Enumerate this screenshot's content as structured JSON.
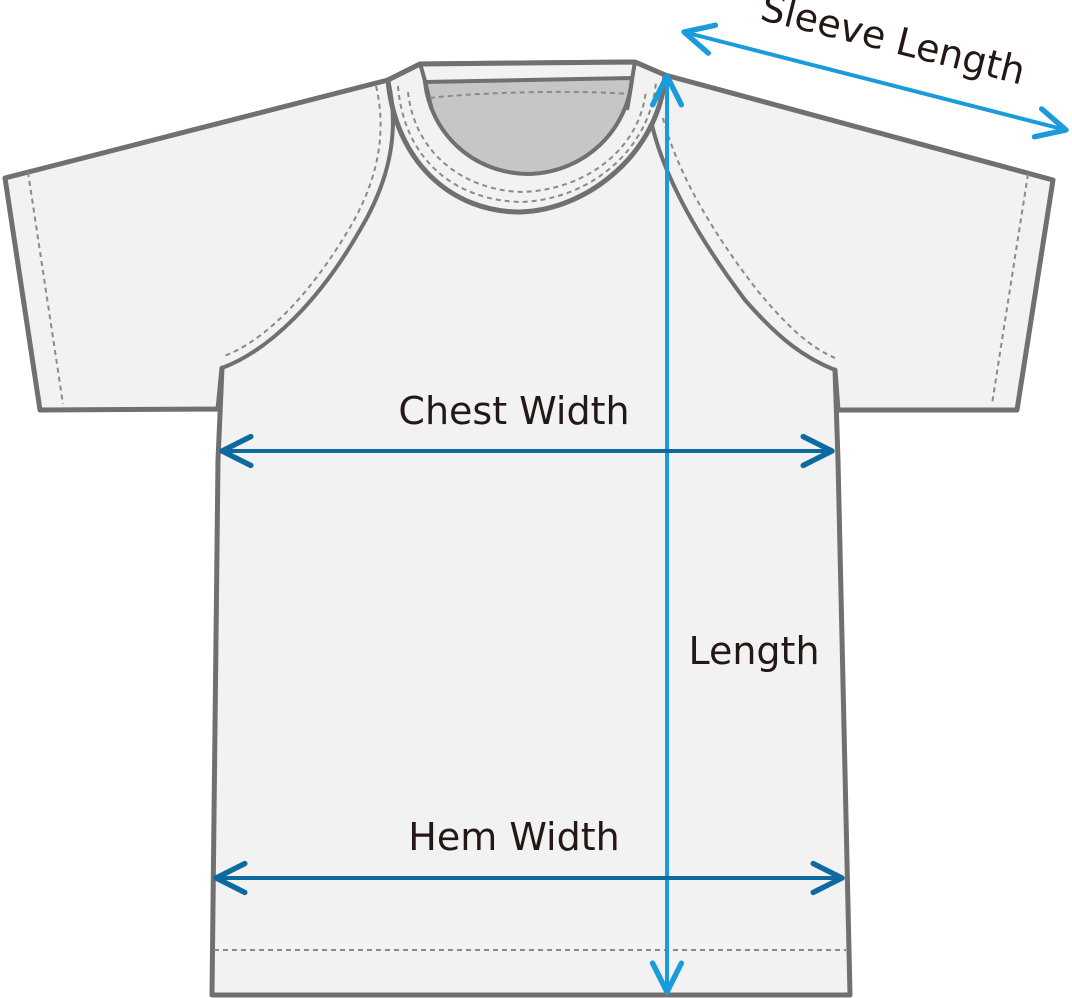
{
  "labels": {
    "sleeve_length": "Sleeve Length",
    "chest_width": "Chest Width",
    "length": "Length",
    "hem_width": "Hem Width"
  },
  "colors": {
    "shirt_fill": "#f2f2f2",
    "outline": "#707070",
    "stitch": "#8a8a8a",
    "collar_inner": "#c6c6c6",
    "arrow_light": "#1a9bdc",
    "arrow_dark": "#0d6aa0",
    "text": "#231815"
  }
}
